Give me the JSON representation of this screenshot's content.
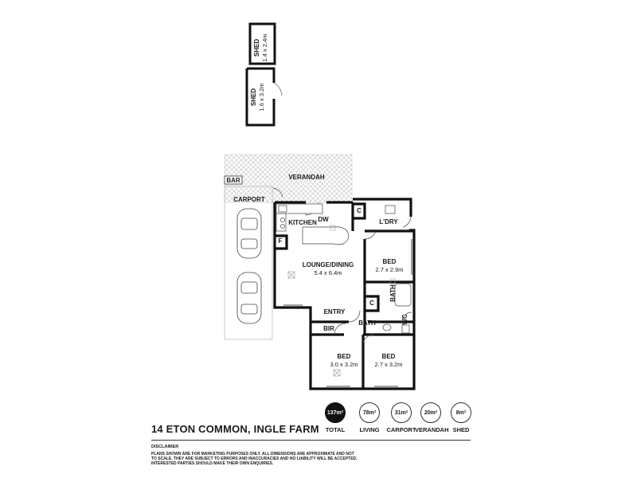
{
  "rooms": {
    "shed_small": {
      "name": "SHED",
      "dims": "1.4 x 2.4m"
    },
    "shed_large": {
      "name": "SHED",
      "dims": "1.6 x 3.2m"
    },
    "bar": "BAR",
    "verandah": "VERANDAH",
    "carport": "CARPORT",
    "kitchen": "KITCHEN",
    "dw": "DW",
    "c_laundry": "C",
    "laundry": "L'DRY",
    "fridge": "F",
    "lounge": {
      "name": "LOUNGE/DINING",
      "dims": "5.4 x 6.4m"
    },
    "bed_right": {
      "name": "BED",
      "dims": "2.7 x 2.9m"
    },
    "c_hall": "C",
    "bath_vertical": "BATH",
    "entry": "ENTRY",
    "bir": "BIR",
    "bath": "BATH",
    "wc": "WC",
    "bed_front_left": {
      "name": "BED",
      "dims": "3.0 x 3.2m"
    },
    "bed_front_right": {
      "name": "BED",
      "dims": "2.7 x 3.2m"
    }
  },
  "areas": [
    {
      "value": "137m²",
      "label": "TOTAL"
    },
    {
      "value": "78m²",
      "label": "LIVING"
    },
    {
      "value": "31m²",
      "label": "CARPORT"
    },
    {
      "value": "20m²",
      "label": "VERANDAH"
    },
    {
      "value": "8m²",
      "label": "SHED"
    }
  ],
  "address": "14 ETON COMMON, INGLE FARM",
  "disclaimer": {
    "title": "DISCLAIMER",
    "text": "PLANS SHOWN ARE FOR MARKETING PURPOSES ONLY. ALL DIMENSIONS ARE APPROXIMATE AND NOT TO SCALE. THEY ARE SUBJECT TO ERRORS AND INACCURACIES AND NO LIABILITY WILL BE ACCEPTED. INTERESTED PARTIES SHOULD MAKE THEIR OWN ENQUIRIES."
  }
}
